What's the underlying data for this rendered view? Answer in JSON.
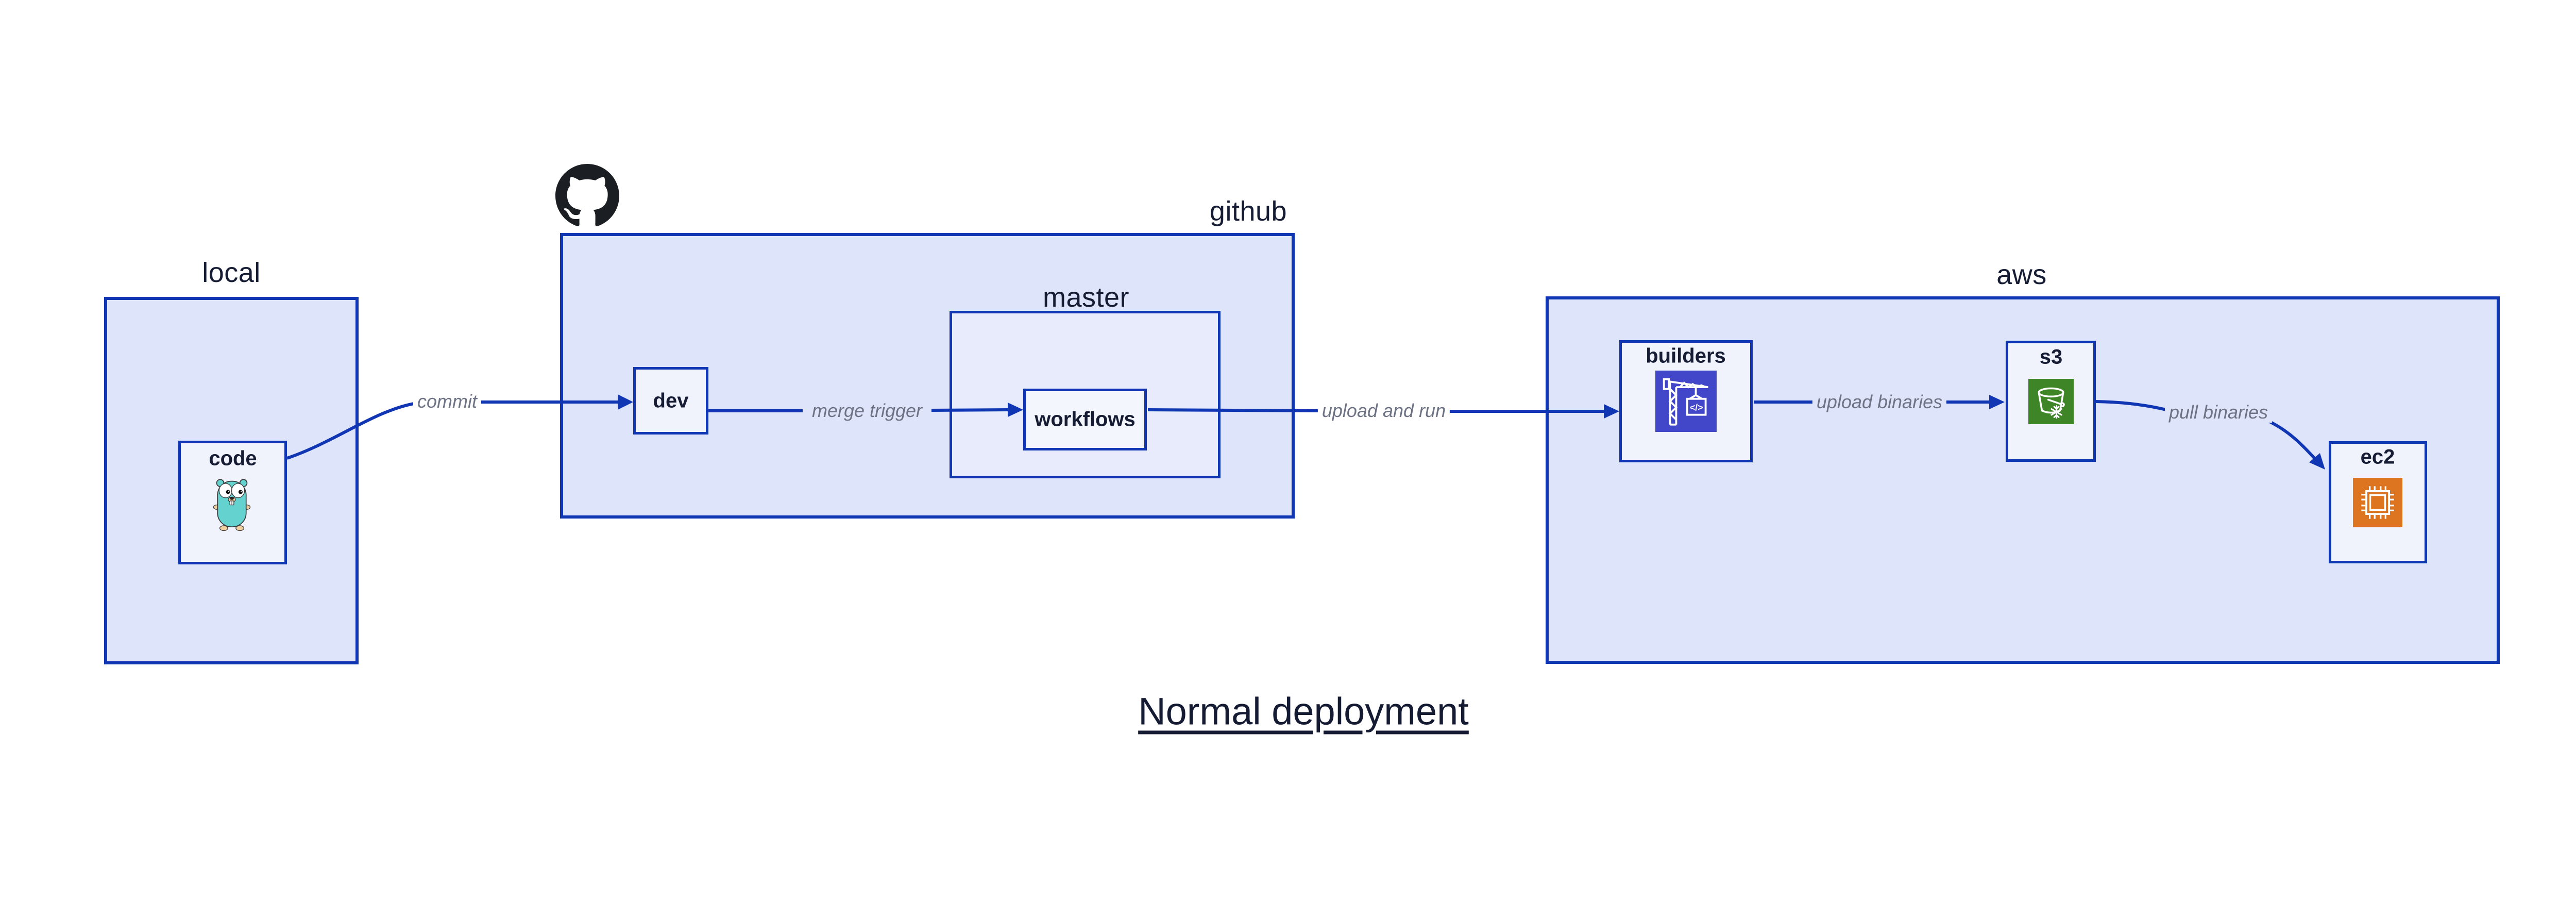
{
  "title": {
    "text": "Normal deployment"
  },
  "zones": {
    "local": {
      "label": "local"
    },
    "github": {
      "label": "github"
    },
    "master": {
      "label": "master"
    },
    "aws": {
      "label": "aws"
    }
  },
  "nodes": {
    "code": {
      "label": "code"
    },
    "dev": {
      "label": "dev"
    },
    "workflows": {
      "label": "workflows"
    },
    "builders": {
      "label": "builders"
    },
    "s3": {
      "label": "s3"
    },
    "ec2": {
      "label": "ec2"
    }
  },
  "edges": {
    "commit": {
      "label": "commit"
    },
    "merge_trigger": {
      "label": "merge trigger"
    },
    "upload_and_run": {
      "label": "upload and run"
    },
    "upload_binaries": {
      "label": "upload binaries"
    },
    "pull_binaries": {
      "label": "pull binaries"
    }
  },
  "icons": {
    "gopher": "go-gopher-icon",
    "octocat": "github-octocat-icon",
    "builders": "codebuild-crane-icon",
    "s3": "s3-glacier-bucket-icon",
    "ec2": "ec2-chip-icon"
  },
  "colors": {
    "accent_blue": "#1036b4",
    "zone_fill": "#dee4f9",
    "subzone_fill": "#e7ebfb",
    "node_fill": "#f1f3fc",
    "text_navy": "#151c33",
    "edge_label_gray": "#6d7384",
    "builders_icon_bg": "#4247c9",
    "s3_icon_bg": "#3e8527",
    "ec2_icon_bg": "#dc7420",
    "gopher_teal": "#64d2cf",
    "octocat_black": "#1b1f24"
  }
}
